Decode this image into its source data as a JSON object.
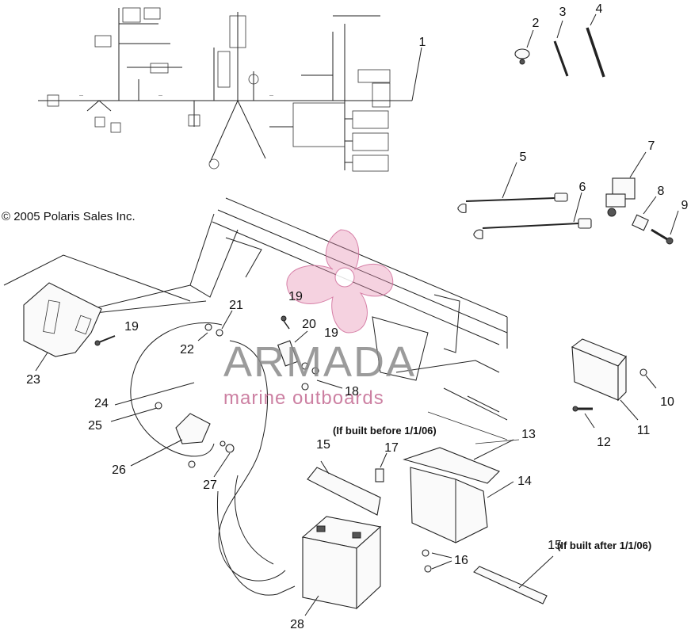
{
  "copyright": "© 2005 Polaris Sales Inc.",
  "watermark": {
    "brand": "ARMADA",
    "tagline": "marine outboards",
    "logo_color": "#e58ab0",
    "brand_color": "#8a8a8a"
  },
  "notes": {
    "built_before": "(If built before 1/1/06)",
    "built_after": "(If built after 1/1/06)"
  },
  "callouts": [
    {
      "name": "callout-1",
      "text": "1"
    },
    {
      "name": "callout-2",
      "text": "2"
    },
    {
      "name": "callout-3",
      "text": "3"
    },
    {
      "name": "callout-4",
      "text": "4"
    },
    {
      "name": "callout-5",
      "text": "5"
    },
    {
      "name": "callout-6",
      "text": "6"
    },
    {
      "name": "callout-7",
      "text": "7"
    },
    {
      "name": "callout-8",
      "text": "8"
    },
    {
      "name": "callout-9",
      "text": "9"
    },
    {
      "name": "callout-10",
      "text": "10"
    },
    {
      "name": "callout-11",
      "text": "11"
    },
    {
      "name": "callout-12",
      "text": "12"
    },
    {
      "name": "callout-13",
      "text": "13"
    },
    {
      "name": "callout-14",
      "text": "14"
    },
    {
      "name": "callout-15-early",
      "text": "15"
    },
    {
      "name": "callout-15-late",
      "text": "15"
    },
    {
      "name": "callout-16",
      "text": "16"
    },
    {
      "name": "callout-17",
      "text": "17"
    },
    {
      "name": "callout-18",
      "text": "18"
    },
    {
      "name": "callout-19-left",
      "text": "19"
    },
    {
      "name": "callout-19-top",
      "text": "19"
    },
    {
      "name": "callout-19-mid",
      "text": "19"
    },
    {
      "name": "callout-20",
      "text": "20"
    },
    {
      "name": "callout-21",
      "text": "21"
    },
    {
      "name": "callout-22",
      "text": "22"
    },
    {
      "name": "callout-23",
      "text": "23"
    },
    {
      "name": "callout-24",
      "text": "24"
    },
    {
      "name": "callout-25",
      "text": "25"
    },
    {
      "name": "callout-26",
      "text": "26"
    },
    {
      "name": "callout-27",
      "text": "27"
    },
    {
      "name": "callout-28",
      "text": "28"
    }
  ]
}
